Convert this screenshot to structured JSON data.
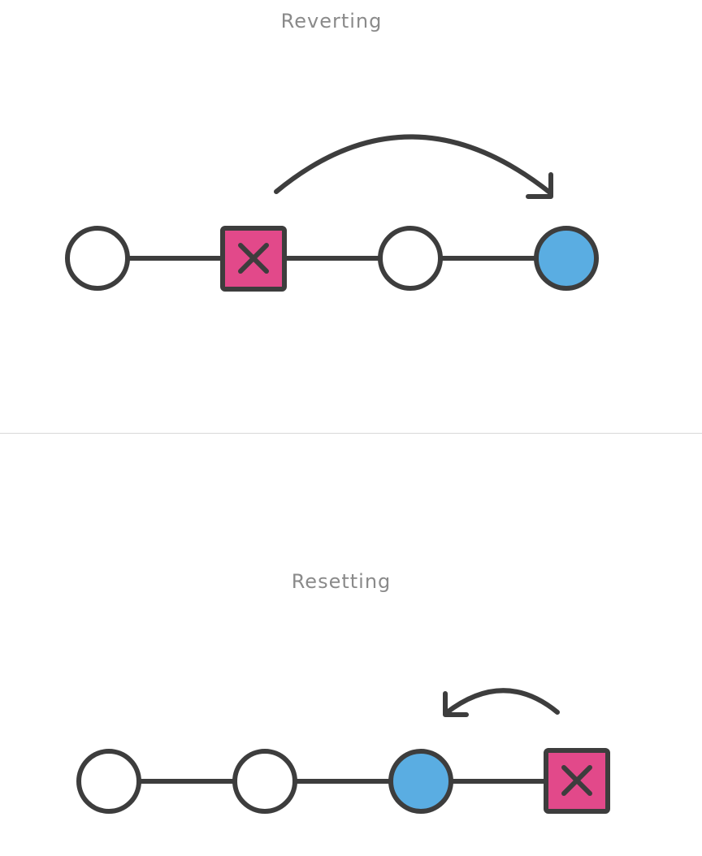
{
  "diagrams": [
    {
      "title": "Reverting",
      "nodes": [
        "commit",
        "bad-commit",
        "commit",
        "new-commit"
      ],
      "arrow_direction": "forward"
    },
    {
      "title": "Resetting",
      "nodes": [
        "commit",
        "commit",
        "head-commit",
        "bad-commit"
      ],
      "arrow_direction": "backward"
    }
  ],
  "colors": {
    "stroke": "#3d3d3d",
    "bad_commit_fill": "#e2498a",
    "highlight_fill": "#5aade2",
    "commit_fill": "#ffffff",
    "title_text": "#8a8a8a",
    "divider": "#d9d9d9"
  }
}
